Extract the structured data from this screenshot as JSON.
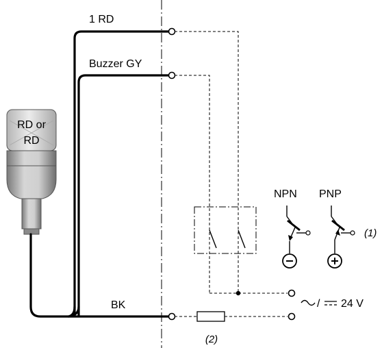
{
  "labels": {
    "wire_red": "1 RD",
    "wire_buzzer": "Buzzer GY",
    "wire_black": "BK",
    "light_line1": "RD or",
    "light_line2": "RD",
    "npn": "NPN",
    "pnp": "PNP",
    "note1": "(1)",
    "note2": "(2)",
    "supply_symbol": "~ / ⎓",
    "supply_voltage": "24 V",
    "minus": "−",
    "plus": "+"
  },
  "colors": {
    "line": "#000000",
    "light_body": "#c8c8c8",
    "light_body_dark": "#8c8c8c",
    "light_lens": "#d9d9d9"
  }
}
